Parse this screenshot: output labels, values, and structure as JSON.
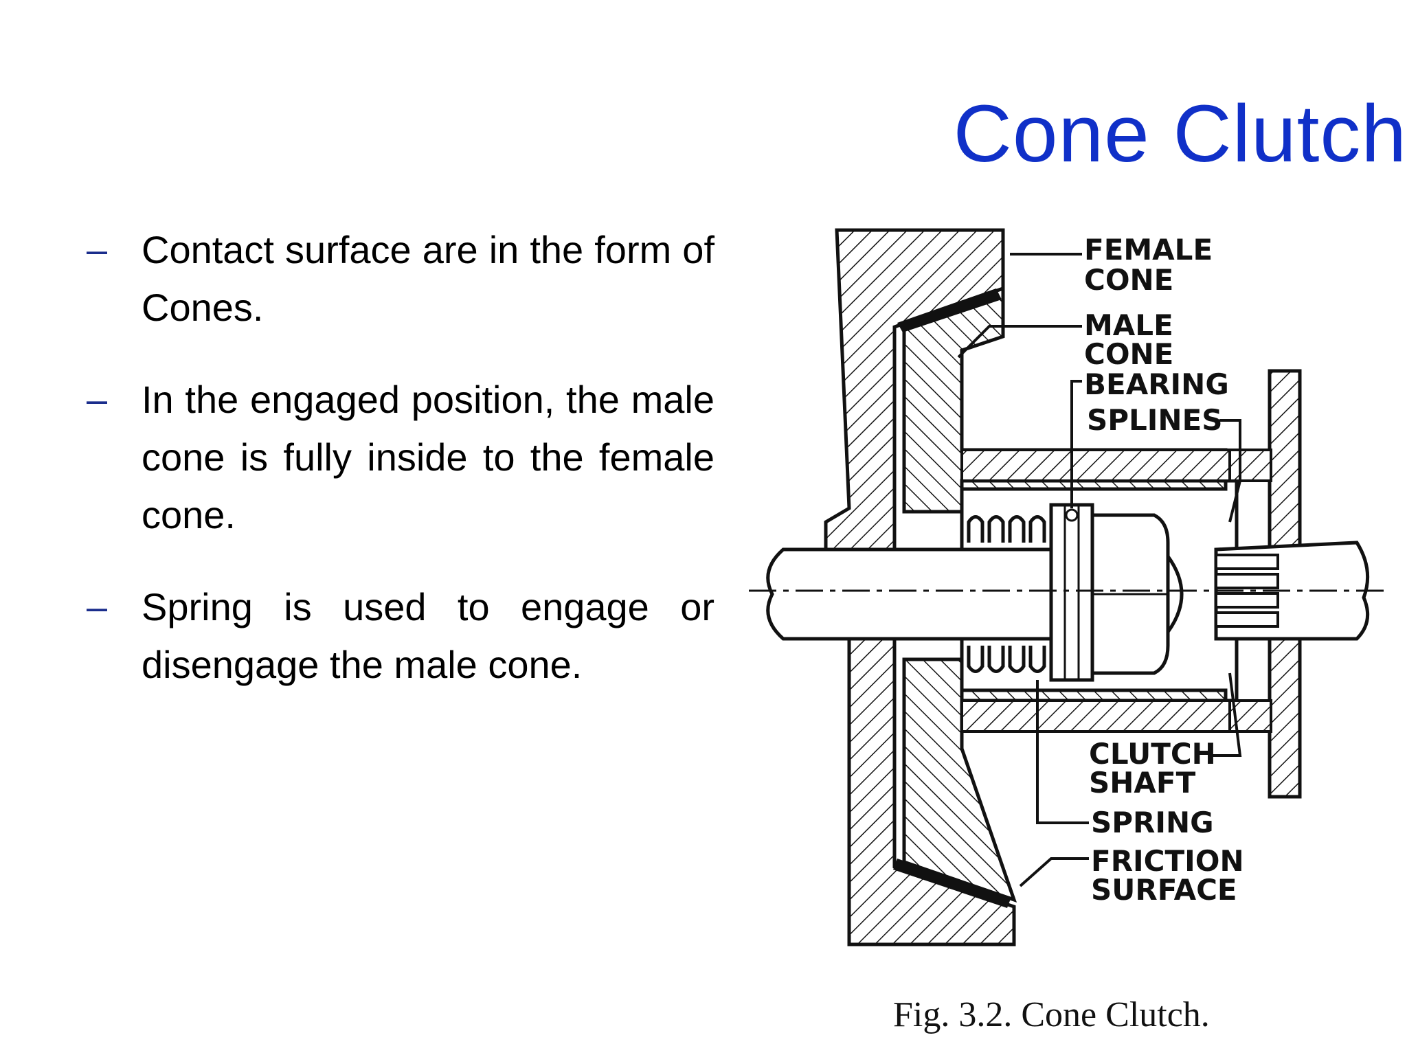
{
  "title": "Cone Clutch",
  "bullets": [
    {
      "dash": "–",
      "text": "Contact surface are in the form of Cones."
    },
    {
      "dash": "–",
      "text": "In the engaged position, the male cone is fully inside to the female cone."
    },
    {
      "dash": "–",
      "text": "Spring is used to engage or disengage the male cone."
    }
  ],
  "figure": {
    "labels": {
      "female_cone_1": "FEMALE",
      "female_cone_2": "CONE",
      "male_cone_1": "MALE",
      "male_cone_2": "CONE",
      "bearing": "BEARING",
      "splines": "SPLINES",
      "clutch_shaft_1": "CLUTCH",
      "clutch_shaft_2": "SHAFT",
      "spring": "SPRING",
      "friction_surface_1": "FRICTION",
      "friction_surface_2": "SURFACE"
    },
    "caption": "Fig. 3.2. Cone Clutch."
  }
}
